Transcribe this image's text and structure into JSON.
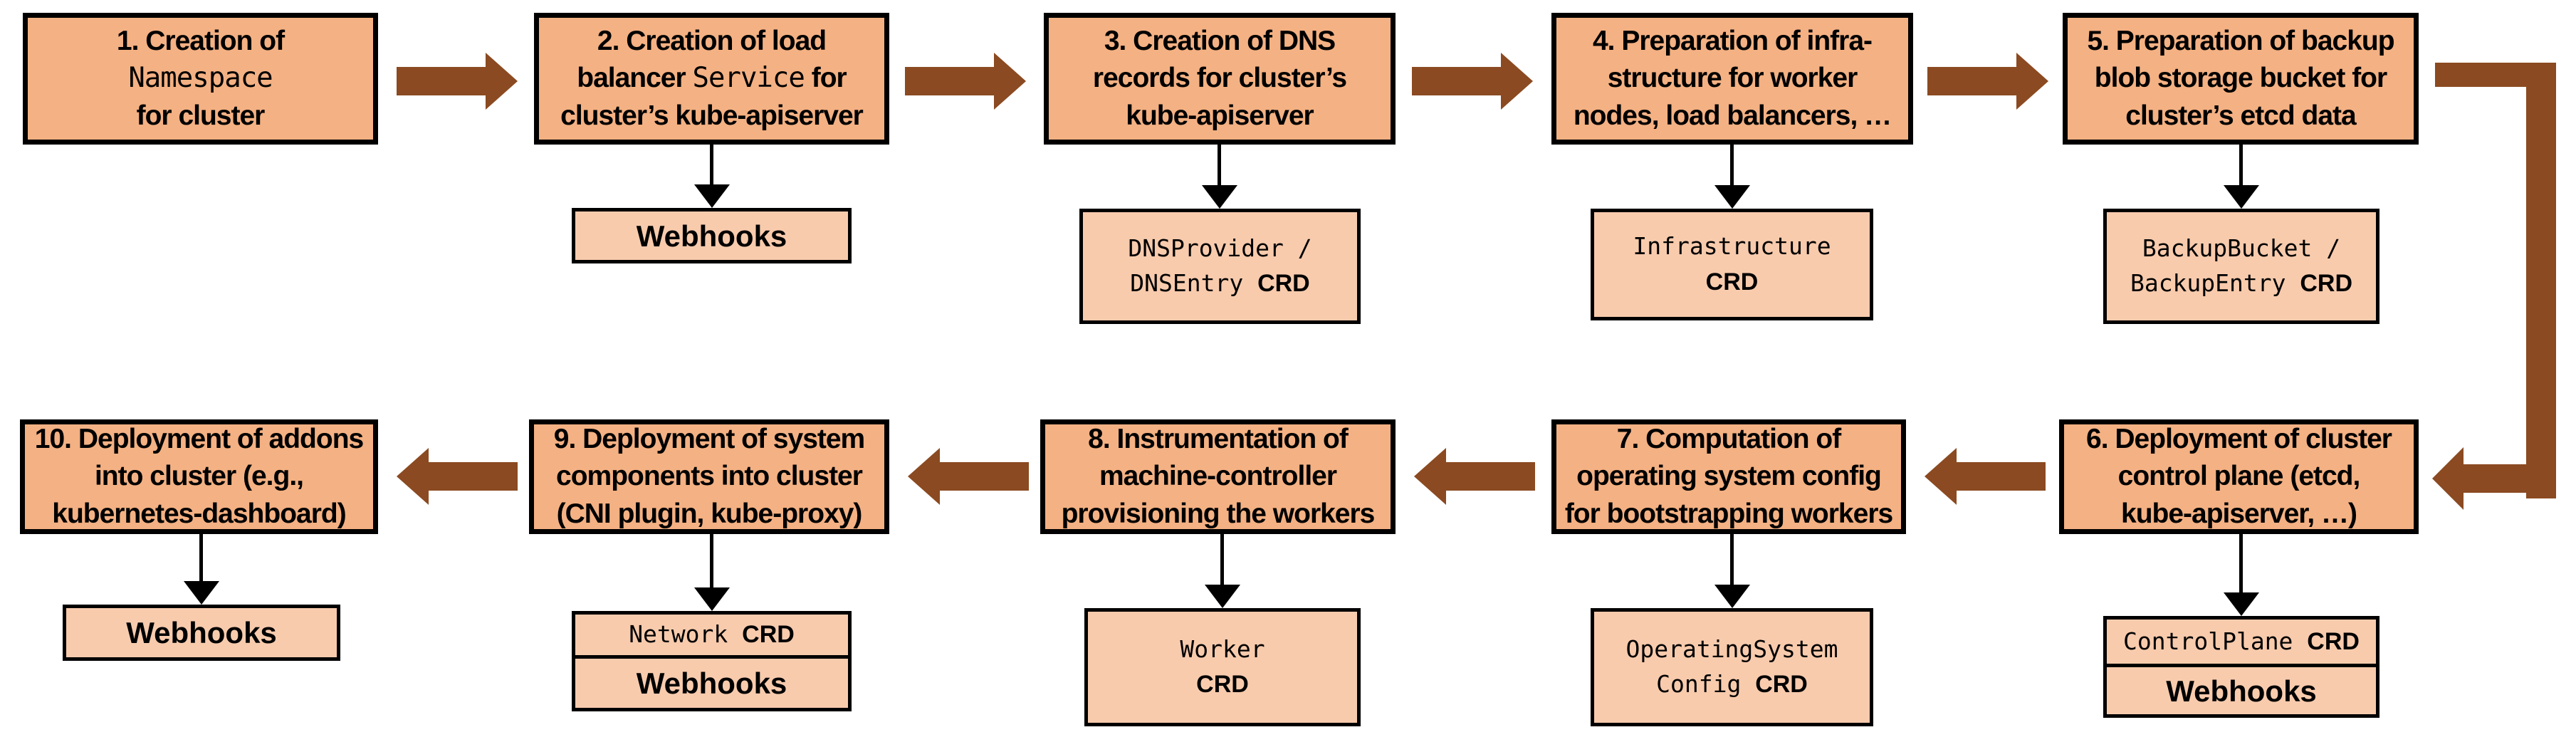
{
  "diagram": {
    "colors": {
      "step_box_fill": "#F4B183",
      "sub_box_fill": "#F8CBAD",
      "box_border": "#000000",
      "flow_arrow": "#8B4A21",
      "down_arrow": "#000000",
      "background": "#FFFFFF"
    },
    "steps": [
      {
        "name": "step-1",
        "lines": [
          [
            {
              "t": "1. Creation of"
            }
          ],
          [
            {
              "t": "Namespace",
              "mono": true
            }
          ],
          [
            {
              "t": "for cluster"
            }
          ]
        ],
        "subs": []
      },
      {
        "name": "step-2",
        "lines": [
          [
            {
              "t": "2. Creation of load"
            }
          ],
          [
            {
              "t": "balancer "
            },
            {
              "t": "Service",
              "mono": true
            },
            {
              "t": " for"
            }
          ],
          [
            {
              "t": "cluster’s kube-apiserver"
            }
          ]
        ],
        "subs": [
          {
            "lines": [
              [
                {
                  "t": "Webhooks",
                  "bold_sans": true
                }
              ]
            ]
          }
        ]
      },
      {
        "name": "step-3",
        "lines": [
          [
            {
              "t": "3. Creation of DNS"
            }
          ],
          [
            {
              "t": "records for cluster’s"
            }
          ],
          [
            {
              "t": "kube-apiserver"
            }
          ]
        ],
        "subs": [
          {
            "lines": [
              [
                {
                  "t": "DNSProvider /",
                  "mono": true
                }
              ],
              [
                {
                  "t": "DNSEntry ",
                  "mono": true
                },
                {
                  "t": "CRD",
                  "bold_sans": true
                }
              ]
            ]
          }
        ]
      },
      {
        "name": "step-4",
        "lines": [
          [
            {
              "t": "4. Preparation of infra-"
            }
          ],
          [
            {
              "t": "structure for worker"
            }
          ],
          [
            {
              "t": "nodes, load balancers, …"
            }
          ]
        ],
        "subs": [
          {
            "lines": [
              [
                {
                  "t": "Infrastructure",
                  "mono": true
                }
              ],
              [
                {
                  "t": "CRD",
                  "bold_sans": true
                }
              ]
            ]
          }
        ]
      },
      {
        "name": "step-5",
        "lines": [
          [
            {
              "t": "5. Preparation of backup"
            }
          ],
          [
            {
              "t": "blob storage bucket for"
            }
          ],
          [
            {
              "t": "cluster’s etcd data"
            }
          ]
        ],
        "subs": [
          {
            "lines": [
              [
                {
                  "t": "BackupBucket /",
                  "mono": true
                }
              ],
              [
                {
                  "t": "BackupEntry ",
                  "mono": true
                },
                {
                  "t": "CRD",
                  "bold_sans": true
                }
              ]
            ]
          }
        ]
      },
      {
        "name": "step-6",
        "lines": [
          [
            {
              "t": "6. Deployment of cluster"
            }
          ],
          [
            {
              "t": "control plane (etcd,"
            }
          ],
          [
            {
              "t": "kube-apiserver, …)"
            }
          ]
        ],
        "subs": [
          {
            "lines": [
              [
                {
                  "t": "ControlPlane ",
                  "mono": true
                },
                {
                  "t": "CRD",
                  "bold_sans": true
                }
              ]
            ]
          },
          {
            "lines": [
              [
                {
                  "t": "Webhooks",
                  "bold_sans": true
                }
              ]
            ]
          }
        ]
      },
      {
        "name": "step-7",
        "lines": [
          [
            {
              "t": "7. Computation of"
            }
          ],
          [
            {
              "t": "operating system config"
            }
          ],
          [
            {
              "t": "for bootstrapping workers"
            }
          ]
        ],
        "subs": [
          {
            "lines": [
              [
                {
                  "t": "OperatingSystem",
                  "mono": true
                }
              ],
              [
                {
                  "t": "Config ",
                  "mono": true
                },
                {
                  "t": "CRD",
                  "bold_sans": true
                }
              ]
            ]
          }
        ]
      },
      {
        "name": "step-8",
        "lines": [
          [
            {
              "t": "8. Instrumentation of"
            }
          ],
          [
            {
              "t": "machine-controller"
            }
          ],
          [
            {
              "t": "provisioning the workers"
            }
          ]
        ],
        "subs": [
          {
            "lines": [
              [
                {
                  "t": "Worker",
                  "mono": true
                }
              ],
              [
                {
                  "t": "CRD",
                  "bold_sans": true
                }
              ]
            ]
          }
        ]
      },
      {
        "name": "step-9",
        "lines": [
          [
            {
              "t": "9. Deployment of system"
            }
          ],
          [
            {
              "t": "components into cluster"
            }
          ],
          [
            {
              "t": "(CNI plugin, kube-proxy)"
            }
          ]
        ],
        "subs": [
          {
            "lines": [
              [
                {
                  "t": "Network ",
                  "mono": true
                },
                {
                  "t": "CRD",
                  "bold_sans": true
                }
              ]
            ]
          },
          {
            "lines": [
              [
                {
                  "t": "Webhooks",
                  "bold_sans": true
                }
              ]
            ]
          }
        ]
      },
      {
        "name": "step-10",
        "lines": [
          [
            {
              "t": "10. Deployment of addons"
            }
          ],
          [
            {
              "t": "into cluster (e.g.,"
            }
          ],
          [
            {
              "t": "kubernetes-dashboard)"
            }
          ]
        ],
        "subs": [
          {
            "lines": [
              [
                {
                  "t": "Webhooks",
                  "bold_sans": true
                }
              ]
            ]
          }
        ]
      }
    ]
  }
}
